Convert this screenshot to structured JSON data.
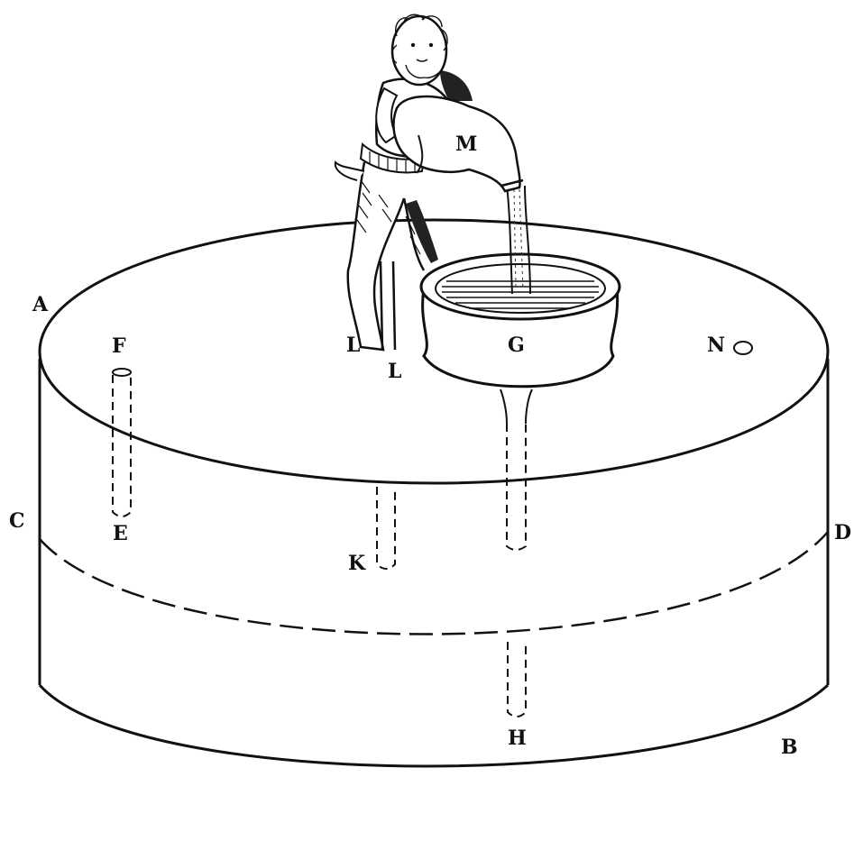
{
  "colors": {
    "ink": "#111111",
    "paper": "#ffffff"
  },
  "labels": {
    "A": "A",
    "B": "B",
    "C": "C",
    "D": "D",
    "E": "E",
    "F": "F",
    "G": "G",
    "H": "H",
    "K": "K",
    "L1": "L",
    "L2": "L",
    "M": "M",
    "N": "N"
  }
}
